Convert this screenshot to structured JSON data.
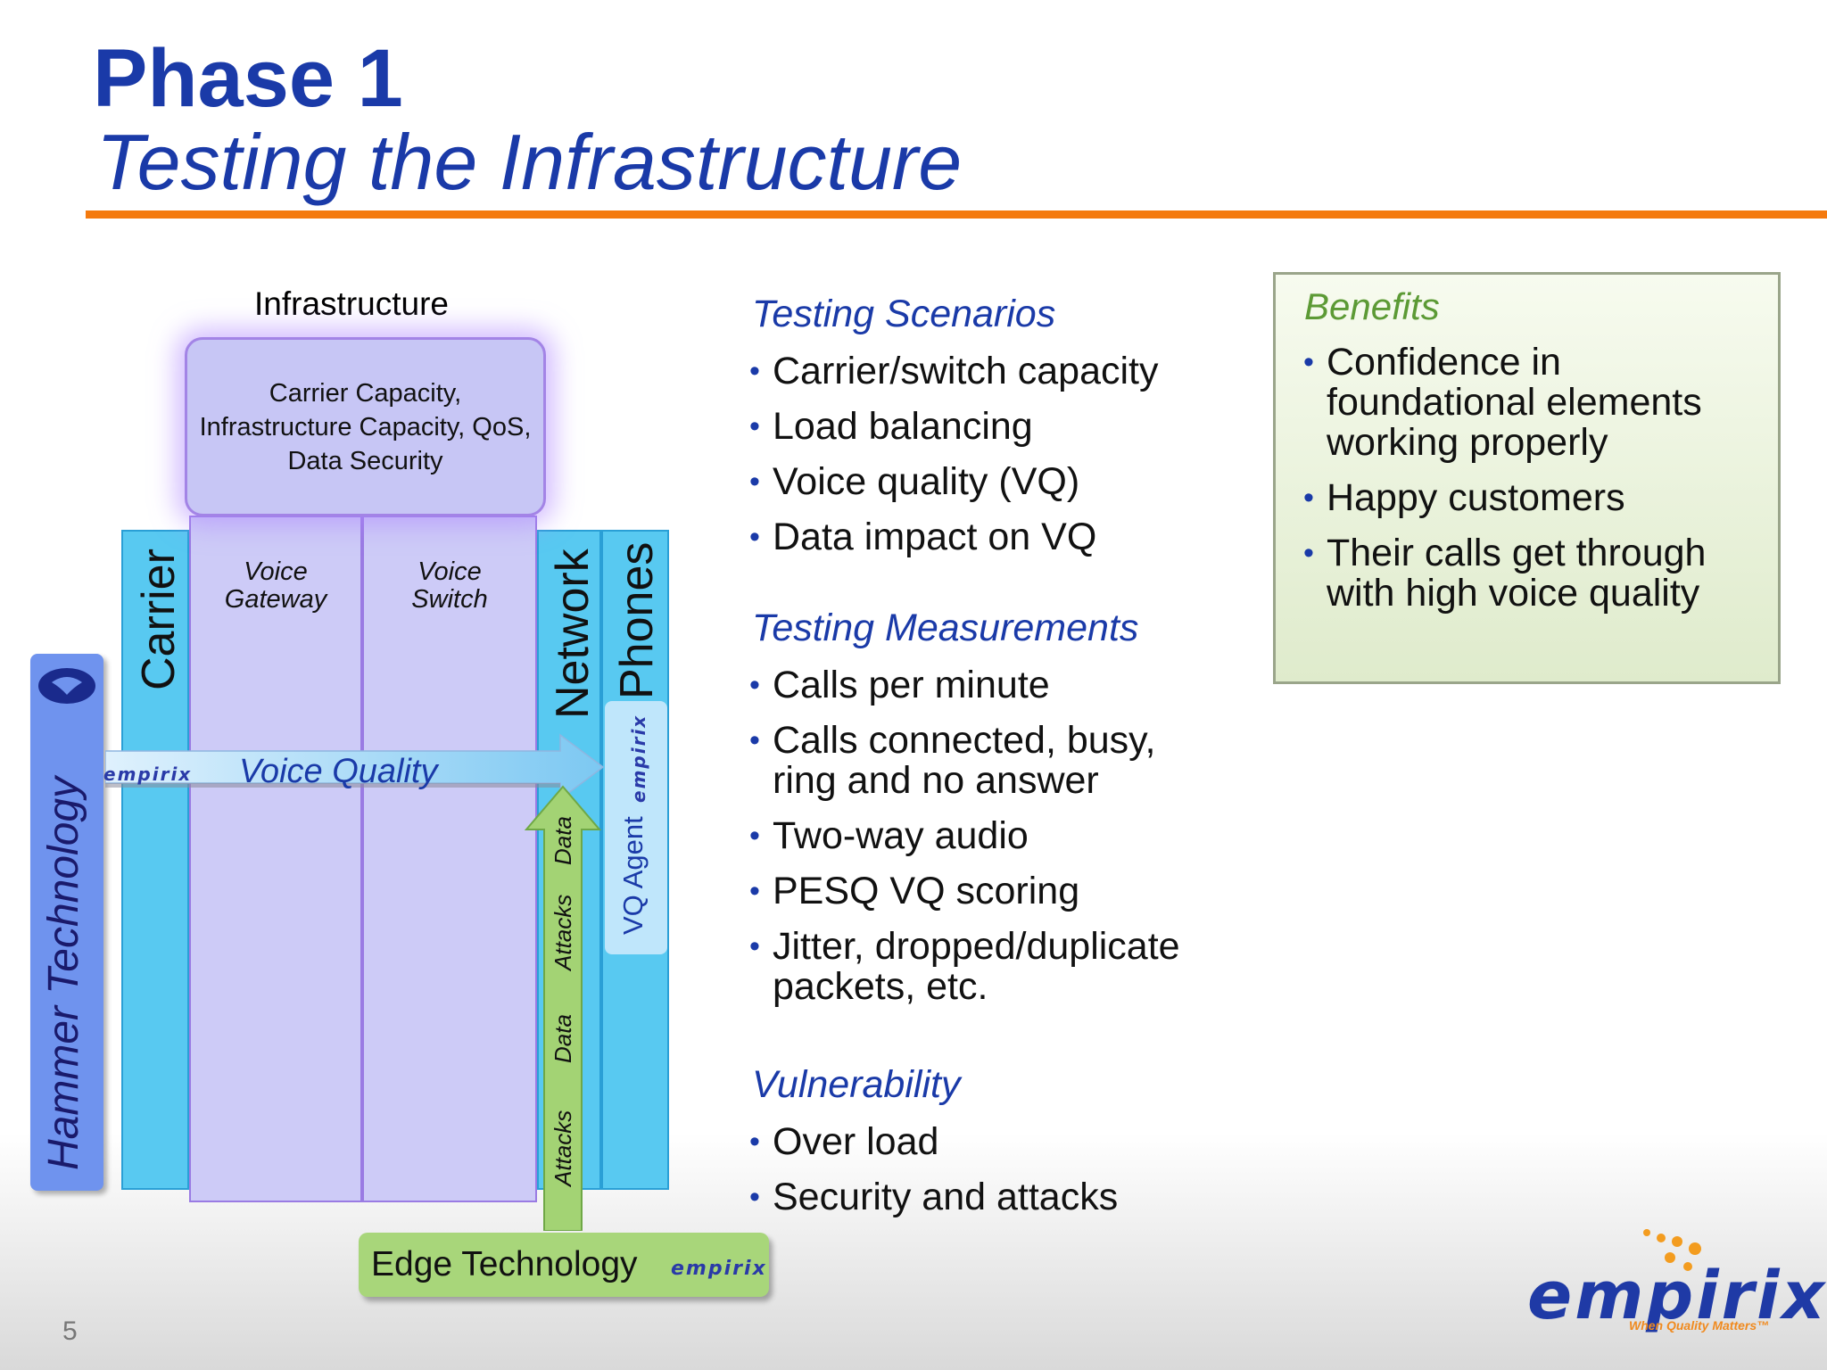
{
  "slide": {
    "title_line1": "Phase 1",
    "title_line2": "Testing the Infrastructure",
    "page_number": "5",
    "colors": {
      "title_blue": "#1a3aa8",
      "rule_orange": "#f47a0e",
      "benefits_green": "#5c9a35"
    }
  },
  "diagram": {
    "infrastructure_label": "Infrastructure",
    "infra_box_lines": [
      "Carrier Capacity,",
      "Infrastructure Capacity, QoS,",
      "Data Security"
    ],
    "voice_gateway": [
      "Voice",
      "Gateway"
    ],
    "voice_switch": [
      "Voice",
      "Switch"
    ],
    "carrier": "Carrier",
    "network": "Network",
    "phones": "Phones",
    "hammer": "Hammer Technology",
    "voice_quality": "Voice Quality",
    "vq_agent": "VQ Agent",
    "data_arrow_labels": [
      "Attacks",
      "Data",
      "Attacks",
      "Data"
    ],
    "edge": "Edge Technology",
    "mini_logo": "empirix"
  },
  "middle": {
    "scenarios_title": "Testing Scenarios",
    "scenarios": [
      "Carrier/switch capacity",
      "Load balancing",
      "Voice quality (VQ)",
      "Data impact on VQ"
    ],
    "measurements_title": "Testing Measurements",
    "measurements": [
      [
        "Calls per minute"
      ],
      [
        "Calls connected, busy,",
        "ring and no answer"
      ],
      [
        "Two-way audio"
      ],
      [
        "PESQ VQ scoring"
      ],
      [
        "Jitter, dropped/duplicate",
        "packets, etc."
      ]
    ],
    "vulnerability_title": "Vulnerability",
    "vulnerability": [
      "Over load",
      "Security and attacks"
    ]
  },
  "benefits": {
    "title": "Benefits",
    "items": [
      [
        "Confidence in",
        "foundational elements",
        "working properly"
      ],
      [
        "Happy customers"
      ],
      [
        "Their calls get through",
        "with high voice quality"
      ]
    ]
  },
  "logo": {
    "name": "empirix",
    "tagline": "When Quality Matters™"
  }
}
